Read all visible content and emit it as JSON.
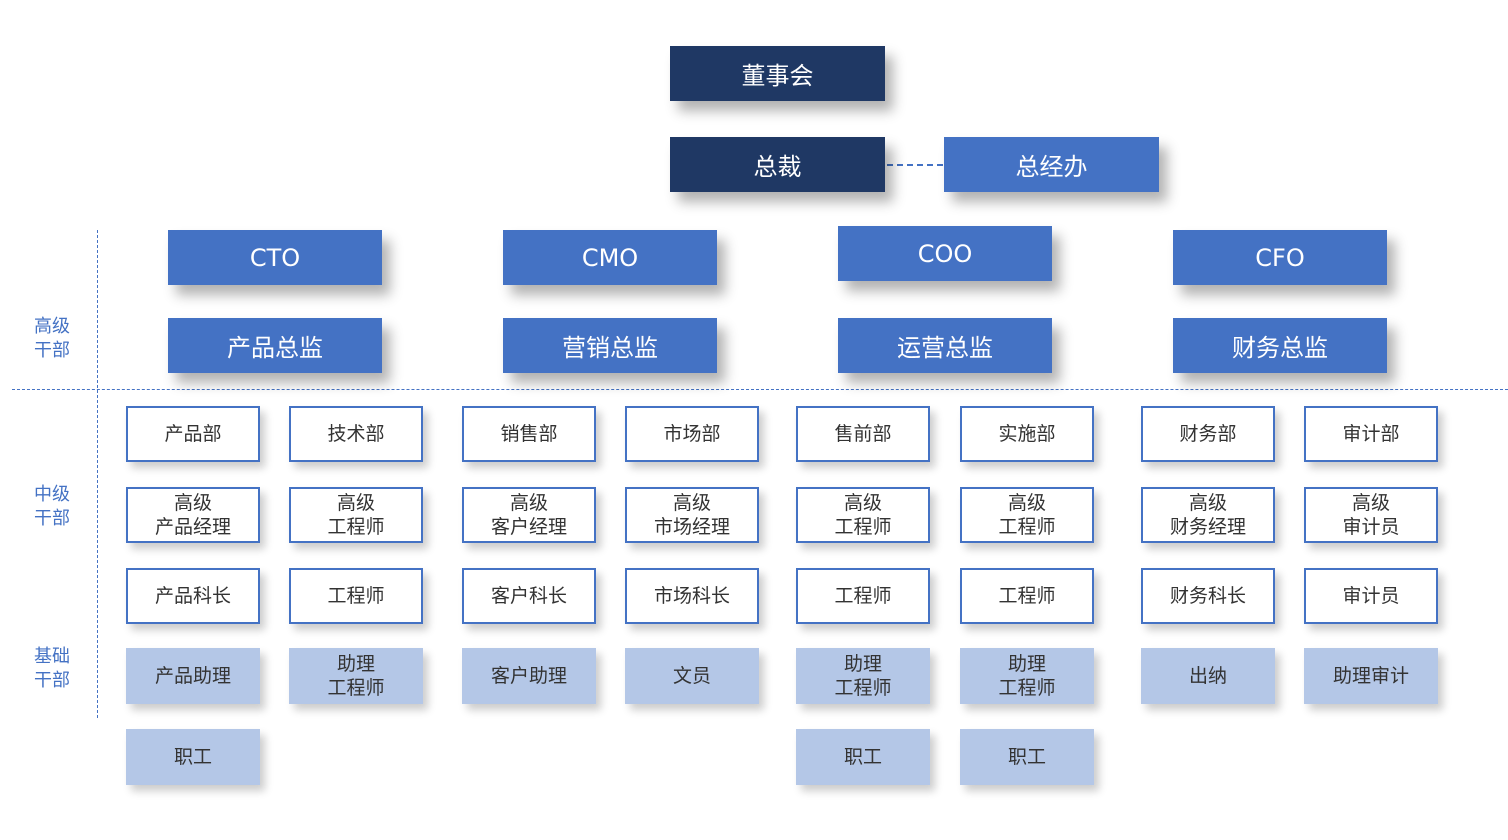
{
  "board": "董事会",
  "president": "总裁",
  "gm_office": "总经办",
  "tiers": {
    "senior": "高级\n干部",
    "middle": "中级\n干部",
    "basic": "基础\n干部"
  },
  "chiefs": [
    "CTO",
    "CMO",
    "COO",
    "CFO"
  ],
  "directors": [
    "产品总监",
    "营销总监",
    "运营总监",
    "财务总监"
  ],
  "departments": [
    {
      "dept": "产品部",
      "senior": "高级\n产品经理",
      "mid": "产品科长",
      "basic": "产品助理",
      "staff": "职工"
    },
    {
      "dept": "技术部",
      "senior": "高级\n工程师",
      "mid": "工程师",
      "basic": "助理\n工程师"
    },
    {
      "dept": "销售部",
      "senior": "高级\n客户经理",
      "mid": "客户科长",
      "basic": "客户助理"
    },
    {
      "dept": "市场部",
      "senior": "高级\n市场经理",
      "mid": "市场科长",
      "basic": "文员"
    },
    {
      "dept": "售前部",
      "senior": "高级\n工程师",
      "mid": "工程师",
      "basic": "助理\n工程师",
      "staff": "职工"
    },
    {
      "dept": "实施部",
      "senior": "高级\n工程师",
      "mid": "工程师",
      "basic": "助理\n工程师",
      "staff": "职工"
    },
    {
      "dept": "财务部",
      "senior": "高级\n财务经理",
      "mid": "财务科长",
      "basic": "出纳"
    },
    {
      "dept": "审计部",
      "senior": "高级\n审计员",
      "mid": "审计员",
      "basic": "助理审计"
    }
  ],
  "colors": {
    "dark": "#1f3864",
    "blue": "#4472c4",
    "light": "#b4c7e7"
  }
}
